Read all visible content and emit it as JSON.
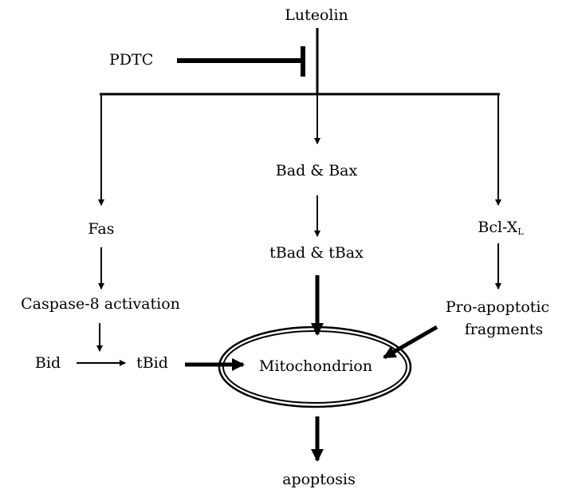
{
  "nodes": {
    "luteolin": "Luteolin",
    "pdtc": "PDTC",
    "bad_bax": "Bad & Bax",
    "tbad_tbax": "tBad & tBax",
    "fas": "Fas",
    "bcl_xl_main": "Bcl-X",
    "bcl_xl_sub": "L",
    "caspase8": "Caspase-8 activation",
    "pro_apoptotic_line1": "Pro-apoptotic",
    "pro_apoptotic_line2": "fragments",
    "bid": "Bid",
    "tbid": "tBid",
    "mitochondrion": "Mitochondrion",
    "apoptosis": "apoptosis"
  },
  "colors": {
    "ink": "#000000",
    "background": "#ffffff"
  }
}
